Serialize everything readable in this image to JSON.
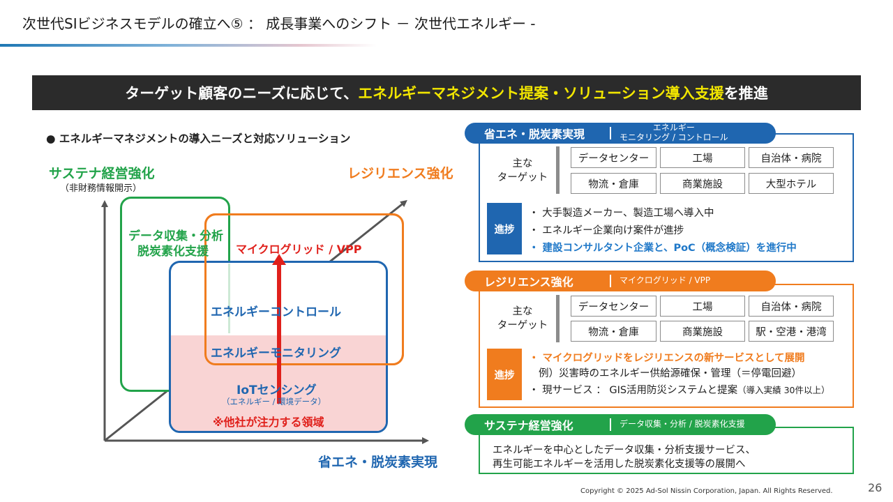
{
  "header": {
    "title": "次世代SIビジネスモデルの確立へ⑤ ： 成長事業へのシフト － 次世代エネルギー -"
  },
  "banner": {
    "pre": "ターゲット顧客のニーズに応じて、",
    "highlight": "エネルギーマネジメント提案・ソリューション導入支援",
    "post": "を推進"
  },
  "diagram": {
    "heading": "● エネルギーマネジメントの導入ニーズと対応ソリューション",
    "y_axis_label": "サステナ経営強化",
    "y_axis_sub": "（非財務情報開示）",
    "diag_axis_label": "レジリエンス強化",
    "x_axis_label": "省エネ・脱炭素実現",
    "green_box_label_1": "データ収集・分析",
    "green_box_label_2": "脱炭素化支援",
    "orange_box_label": "マイクログリッド / VPP",
    "blue_label_control": "エネルギーコントロール",
    "blue_label_monitoring": "エネルギーモニタリング",
    "iot_label": "IoTセンシング",
    "iot_sub": "（エネルギー / 環境データ）",
    "competitor_note": "※他社が注力する領域",
    "colors": {
      "green": "#22a34a",
      "orange": "#f07c1e",
      "blue": "#1f66b0",
      "red": "#e0201b",
      "pink_fill": "#f9d4d4"
    }
  },
  "cards": {
    "energy": {
      "title": "省エネ・脱炭素実現",
      "sub_line1": "エネルギー",
      "sub_line2": "モニタリング / コントロール",
      "target_label_1": "主な",
      "target_label_2": "ターゲット",
      "targets": [
        "データセンター",
        "工場",
        "自治体・病院",
        "物流・倉庫",
        "商業施設",
        "大型ホテル"
      ],
      "progress_label": "進捗",
      "progress": [
        "・ 大手製造メーカー、製造工場へ導入中",
        "・ エネルギー企業向け案件が進捗",
        "・ 建設コンサルタント企業と、PoC（概念検証）を進行中"
      ]
    },
    "resilience": {
      "title": "レジリエンス強化",
      "sub": "マイクログリッド / VPP",
      "target_label_1": "主な",
      "target_label_2": "ターゲット",
      "targets": [
        "データセンター",
        "工場",
        "自治体・病院",
        "物流・倉庫",
        "商業施設",
        "駅・空港・港湾"
      ],
      "progress_label": "進捗",
      "progress_1": "・ マイクログリッドをレジリエンスの新サービスとして展開",
      "progress_2": "例）災害時のエネルギー供給源確保・管理（＝停電回避）",
      "progress_3_main": "・ 現サービス ： GIS活用防災システムと提案",
      "progress_3_small": "（導入実績 30件以上）"
    },
    "sustainability": {
      "title": "サステナ経営強化",
      "sub": "データ収集・分析 / 脱炭素化支援",
      "body_1": "エネルギーを中心としたデータ収集・分析支援サービス、",
      "body_2": "再生可能エネルギーを活用した脱炭素化支援等の展開へ"
    }
  },
  "footer": {
    "copyright": "Copyright © 2025 Ad-Sol Nissin Corporation, Japan. All Rights Reserved.",
    "page_number": "26"
  }
}
